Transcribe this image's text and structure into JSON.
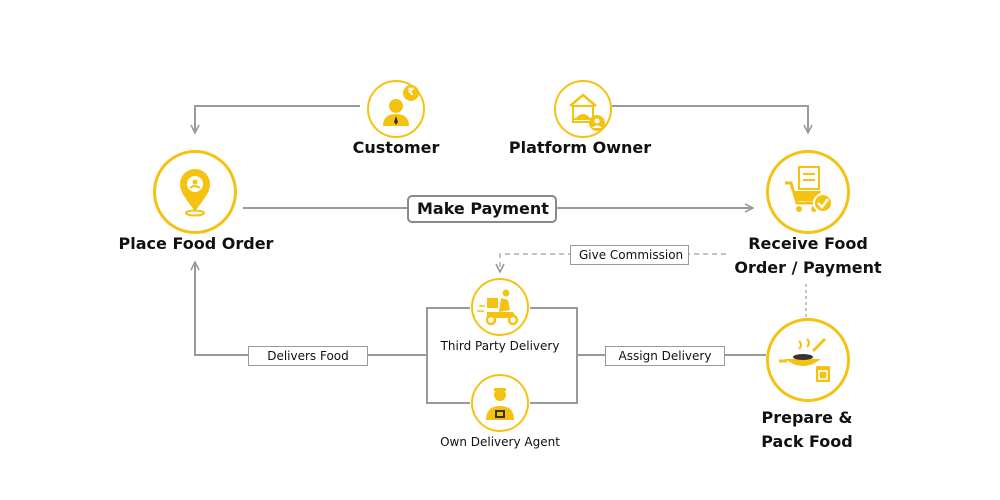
{
  "nodes": {
    "customer": "Customer",
    "platform_owner": "Platform Owner",
    "place_order": "Place Food Order",
    "receive_line1": "Receive Food",
    "receive_line2": "Order / Payment",
    "prepare_line1": "Prepare &",
    "prepare_line2": "Pack Food",
    "third_party": "Third Party Delivery",
    "own_agent": "Own Delivery Agent"
  },
  "edges": {
    "make_payment": "Make Payment",
    "give_commission": "Give Commission",
    "delivers_food": "Delivers Food",
    "assign_delivery": "Assign Delivery"
  },
  "icons": {
    "customer_badge": "₹"
  },
  "colors": {
    "accent": "#f5c211",
    "accent_dark": "#e0a800",
    "line": "#9a9a9a"
  }
}
